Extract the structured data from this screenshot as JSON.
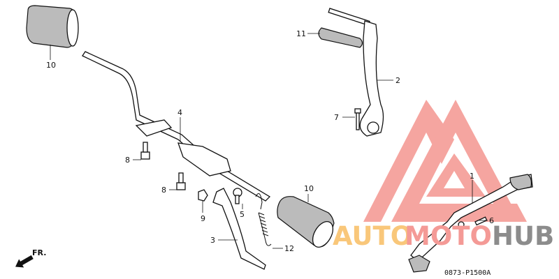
{
  "diagram": {
    "callouts": [
      {
        "id": "c10a",
        "text": "10"
      },
      {
        "id": "c11",
        "text": "11"
      },
      {
        "id": "c2",
        "text": "2"
      },
      {
        "id": "c4",
        "text": "4"
      },
      {
        "id": "c7",
        "text": "7"
      },
      {
        "id": "c8a",
        "text": "8"
      },
      {
        "id": "c8b",
        "text": "8"
      },
      {
        "id": "c9",
        "text": "9"
      },
      {
        "id": "c5",
        "text": "5"
      },
      {
        "id": "c10b",
        "text": "10"
      },
      {
        "id": "c1",
        "text": "1"
      },
      {
        "id": "c6",
        "text": "6"
      },
      {
        "id": "c3",
        "text": "3"
      },
      {
        "id": "c12",
        "text": "12"
      }
    ],
    "front_indicator": "FR.",
    "drawing_code": "0873-P1500A"
  },
  "watermark": {
    "parts": [
      "AUTO",
      "MOTO",
      "HUB"
    ],
    "colors": {
      "auto": "#f9c77a",
      "moto": "#f49a96",
      "hub": "#8c8c8c",
      "logo": "#f5a19b"
    }
  }
}
